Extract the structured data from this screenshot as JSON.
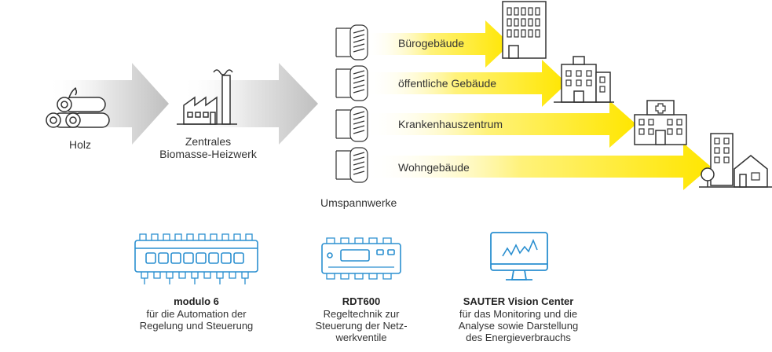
{
  "flow": {
    "source_label": "Holz",
    "plant_label_line1": "Zentrales",
    "plant_label_line2": "Biomasse-Heizwerk",
    "substation_label": "Umspannwerke",
    "consumers": [
      {
        "label": "Bürogebäude",
        "icon": "office-building-icon"
      },
      {
        "label": "öffentliche Gebäude",
        "icon": "public-building-icon"
      },
      {
        "label": "Krankenhauszentrum",
        "icon": "hospital-icon"
      },
      {
        "label": "Wohngebäude",
        "icon": "residential-icon"
      }
    ]
  },
  "devices": [
    {
      "title": "modulo 6",
      "desc_lines": [
        "für die Automation der",
        "Regelung und Steuerung"
      ],
      "icon": "modulo-controller-icon"
    },
    {
      "title": "RDT600",
      "desc_lines": [
        "Regeltechnik zur",
        "Steuerung der Netz-",
        "werkventile"
      ],
      "icon": "rdt-controller-icon"
    },
    {
      "title": "SAUTER Vision Center",
      "desc_lines": [
        "für das Monitoring und die",
        "Analyse sowie Darstellung",
        "des Energieverbrauchs"
      ],
      "icon": "monitor-chart-icon"
    }
  ],
  "colors": {
    "accent_blue": "#2a8fd0",
    "arrow_yellow": "#ffe600",
    "arrow_grey": "#c8c8c8",
    "line": "#333333"
  }
}
